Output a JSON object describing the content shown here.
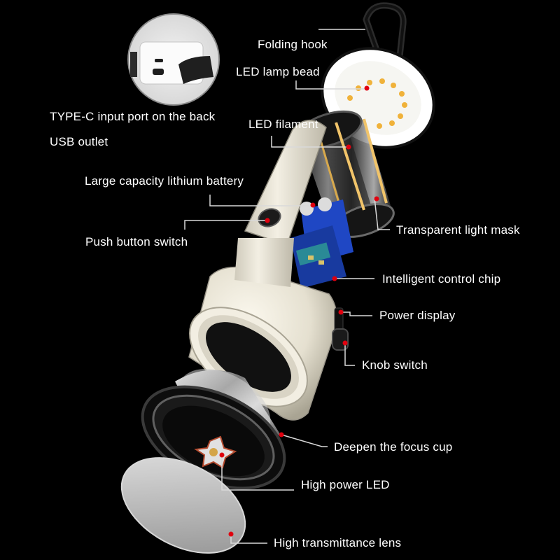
{
  "labels": {
    "folding_hook": "Folding hook",
    "led_lamp_bead": "LED lamp bead",
    "type_c_port": "TYPE-C input port on the back",
    "usb_outlet": "USB outlet",
    "led_filament": "LED filament",
    "battery": "Large capacity lithium battery",
    "light_mask": "Transparent light mask",
    "push_button": "Push button switch",
    "control_chip": "Intelligent control chip",
    "power_display": "Power display",
    "knob_switch": "Knob switch",
    "focus_cup": "Deepen the focus cup",
    "high_power_led": "High power LED",
    "lens": "High transmittance lens"
  },
  "colors": {
    "background": "#000000",
    "label_text": "#ffffff",
    "leader_line": "#d9d9d9",
    "marker_dot": "#e0000f",
    "body_shell": "#ece7d8",
    "battery_blue": "#1f47c4",
    "focus_ring": "#1a1a1a"
  }
}
